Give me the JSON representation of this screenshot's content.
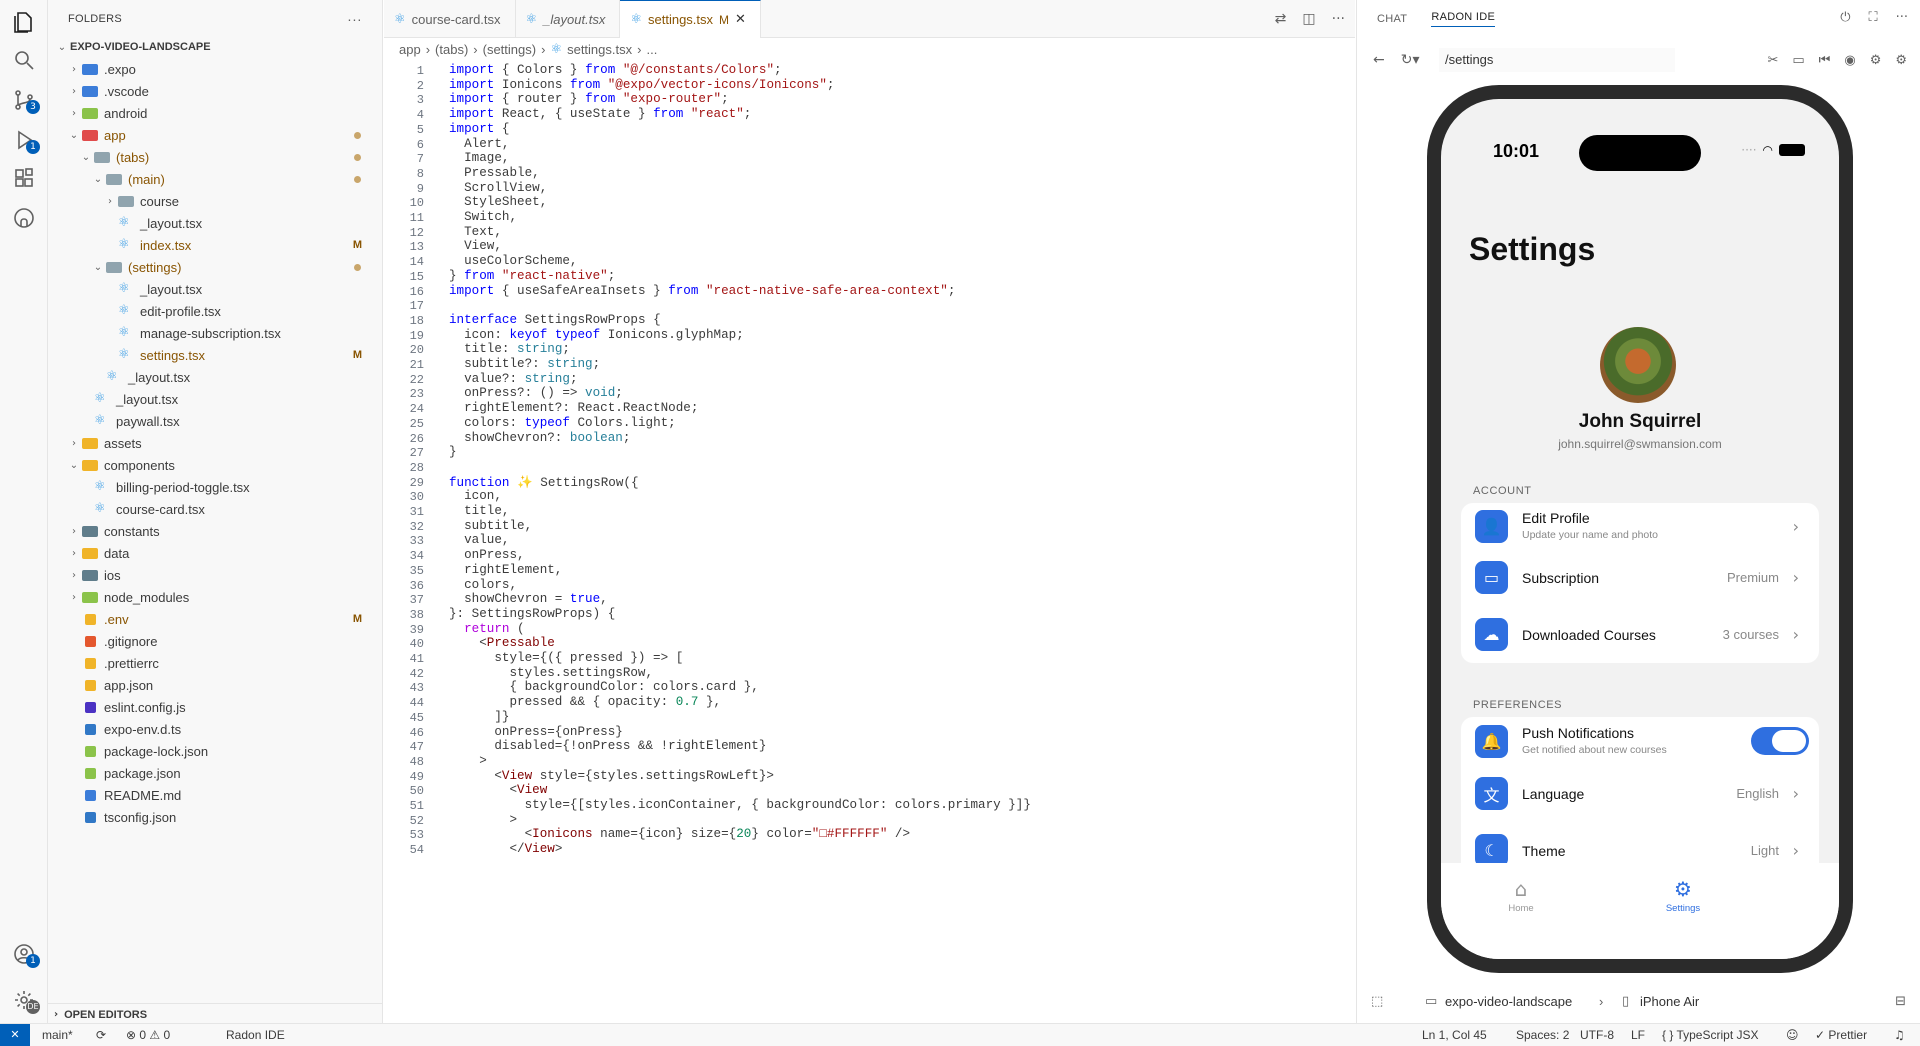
{
  "sidebar": {
    "header": "FOLDERS",
    "tree": [
      {
        "label": "EXPO-VIDEO-LANDSCAPE",
        "depth": 0,
        "type": "root"
      },
      {
        "label": ".expo",
        "depth": 1,
        "type": "folder",
        "open": false,
        "color": "#3c7dd9"
      },
      {
        "label": ".vscode",
        "depth": 1,
        "type": "folder",
        "open": false,
        "color": "#3c7dd9"
      },
      {
        "label": "android",
        "depth": 1,
        "type": "folder",
        "open": false,
        "color": "#8bc34a"
      },
      {
        "label": "app",
        "depth": 1,
        "type": "folder",
        "open": true,
        "color": "#e04b4b",
        "dot": true
      },
      {
        "label": "(tabs)",
        "depth": 2,
        "type": "folder",
        "open": true,
        "color": "#90a4ae",
        "dot": true
      },
      {
        "label": "(main)",
        "depth": 3,
        "type": "folder",
        "open": true,
        "color": "#90a4ae",
        "dot": true
      },
      {
        "label": "course",
        "depth": 4,
        "type": "folder",
        "open": false,
        "color": "#90a4ae"
      },
      {
        "label": "_layout.tsx",
        "depth": 4,
        "type": "react"
      },
      {
        "label": "index.tsx",
        "depth": 4,
        "type": "react",
        "status": "M"
      },
      {
        "label": "(settings)",
        "depth": 3,
        "type": "folder",
        "open": true,
        "color": "#90a4ae",
        "dot": true
      },
      {
        "label": "_layout.tsx",
        "depth": 4,
        "type": "react"
      },
      {
        "label": "edit-profile.tsx",
        "depth": 4,
        "type": "react"
      },
      {
        "label": "manage-subscription.tsx",
        "depth": 4,
        "type": "react"
      },
      {
        "label": "settings.tsx",
        "depth": 4,
        "type": "react",
        "status": "M"
      },
      {
        "label": "_layout.tsx",
        "depth": 3,
        "type": "react"
      },
      {
        "label": "_layout.tsx",
        "depth": 2,
        "type": "react"
      },
      {
        "label": "paywall.tsx",
        "depth": 2,
        "type": "react"
      },
      {
        "label": "assets",
        "depth": 1,
        "type": "folder",
        "open": false,
        "color": "#f0b429"
      },
      {
        "label": "components",
        "depth": 1,
        "type": "folder",
        "open": true,
        "color": "#f0b429"
      },
      {
        "label": "billing-period-toggle.tsx",
        "depth": 2,
        "type": "react"
      },
      {
        "label": "course-card.tsx",
        "depth": 2,
        "type": "react"
      },
      {
        "label": "constants",
        "depth": 1,
        "type": "folder",
        "open": false,
        "color": "#607d8b"
      },
      {
        "label": "data",
        "depth": 1,
        "type": "folder",
        "open": false,
        "color": "#f0b429"
      },
      {
        "label": "ios",
        "depth": 1,
        "type": "folder",
        "open": false,
        "color": "#607d8b"
      },
      {
        "label": "node_modules",
        "depth": 1,
        "type": "folder",
        "open": false,
        "color": "#8bc34a"
      },
      {
        "label": ".env",
        "depth": 1,
        "type": "file",
        "color": "#f0b429",
        "status": "M"
      },
      {
        "label": ".gitignore",
        "depth": 1,
        "type": "file",
        "color": "#e4572e"
      },
      {
        "label": ".prettierrc",
        "depth": 1,
        "type": "file",
        "color": "#f0b429"
      },
      {
        "label": "app.json",
        "depth": 1,
        "type": "file",
        "color": "#f0b429"
      },
      {
        "label": "eslint.config.js",
        "depth": 1,
        "type": "file",
        "color": "#4b32c3"
      },
      {
        "label": "expo-env.d.ts",
        "depth": 1,
        "type": "file",
        "color": "#3178c6"
      },
      {
        "label": "package-lock.json",
        "depth": 1,
        "type": "file",
        "color": "#8bc34a"
      },
      {
        "label": "package.json",
        "depth": 1,
        "type": "file",
        "color": "#8bc34a"
      },
      {
        "label": "README.md",
        "depth": 1,
        "type": "file",
        "color": "#3c7dd9"
      },
      {
        "label": "tsconfig.json",
        "depth": 1,
        "type": "file",
        "color": "#3178c6"
      }
    ],
    "open_editors": "OPEN EDITORS"
  },
  "activity_badges": {
    "source_control": "3",
    "run": "1",
    "account": "1",
    "settings": "DE"
  },
  "tabs": [
    {
      "label": "course-card.tsx",
      "active": false
    },
    {
      "label": "_layout.tsx",
      "active": false
    },
    {
      "label": "settings.tsx",
      "active": true,
      "modified": "M"
    }
  ],
  "breadcrumb": [
    "app",
    "(tabs)",
    "(settings)",
    "settings.tsx",
    "..."
  ],
  "code": [
    "import { Colors } from \"@/constants/Colors\";",
    "import Ionicons from \"@expo/vector-icons/Ionicons\";",
    "import { router } from \"expo-router\";",
    "import React, { useState } from \"react\";",
    "import {",
    "  Alert,",
    "  Image,",
    "  Pressable,",
    "  ScrollView,",
    "  StyleSheet,",
    "  Switch,",
    "  Text,",
    "  View,",
    "  useColorScheme,",
    "} from \"react-native\";",
    "import { useSafeAreaInsets } from \"react-native-safe-area-context\";",
    "",
    "interface SettingsRowProps {",
    "  icon: keyof typeof Ionicons.glyphMap;",
    "  title: string;",
    "  subtitle?: string;",
    "  value?: string;",
    "  onPress?: () => void;",
    "  rightElement?: React.ReactNode;",
    "  colors: typeof Colors.light;",
    "  showChevron?: boolean;",
    "}",
    "",
    "function ✨ SettingsRow({",
    "  icon,",
    "  title,",
    "  subtitle,",
    "  value,",
    "  onPress,",
    "  rightElement,",
    "  colors,",
    "  showChevron = true,",
    "}: SettingsRowProps) {",
    "  return (",
    "    <Pressable",
    "      style={({ pressed }) => [",
    "        styles.settingsRow,",
    "        { backgroundColor: colors.card },",
    "        pressed && { opacity: 0.7 },",
    "      ]}",
    "      onPress={onPress}",
    "      disabled={!onPress && !rightElement}",
    "    >",
    "      <View style={styles.settingsRowLeft}>",
    "        <View",
    "          style={[styles.iconContainer, { backgroundColor: colors.primary }]}",
    "        >",
    "          <Ionicons name={icon} size={20} color=\"□#FFFFFF\" />",
    "        </View>"
  ],
  "right_panel": {
    "tabs": [
      "CHAT",
      "RADON IDE"
    ],
    "url": "/settings",
    "device_project": "expo-video-landscape",
    "device_name": "iPhone Air"
  },
  "phone": {
    "time": "10:01",
    "title": "Settings",
    "user_name": "John Squirrel",
    "user_email": "john.squirrel@swmansion.com",
    "account_label": "ACCOUNT",
    "preferences_label": "PREFERENCES",
    "account_rows": [
      {
        "icon": "person-icon",
        "title": "Edit Profile",
        "subtitle": "Update your name and photo",
        "value": ""
      },
      {
        "icon": "card-icon",
        "title": "Subscription",
        "subtitle": "",
        "value": "Premium"
      },
      {
        "icon": "cloud-download-icon",
        "title": "Downloaded Courses",
        "subtitle": "",
        "value": "3 courses"
      }
    ],
    "preference_rows": [
      {
        "icon": "bell-icon",
        "title": "Push Notifications",
        "subtitle": "Get notified about new courses",
        "toggle": true
      },
      {
        "icon": "language-icon",
        "title": "Language",
        "subtitle": "",
        "value": "English"
      },
      {
        "icon": "moon-icon",
        "title": "Theme",
        "subtitle": "",
        "value": "Light"
      }
    ],
    "tabbar": [
      {
        "label": "Home",
        "active": false
      },
      {
        "label": "Settings",
        "active": true
      }
    ]
  },
  "statusbar": {
    "branch": "main*",
    "problems": "⊗ 0 ⚠ 0",
    "radon": "Radon IDE",
    "position": "Ln 1, Col 45",
    "spaces": "Spaces: 2",
    "encoding": "UTF-8",
    "eol": "LF",
    "language": "{ } TypeScript JSX",
    "formatter": "✓ Prettier"
  },
  "colors": {
    "accent": "#005fb8",
    "ios_blue": "#2f6fe0",
    "modified": "#895503"
  }
}
